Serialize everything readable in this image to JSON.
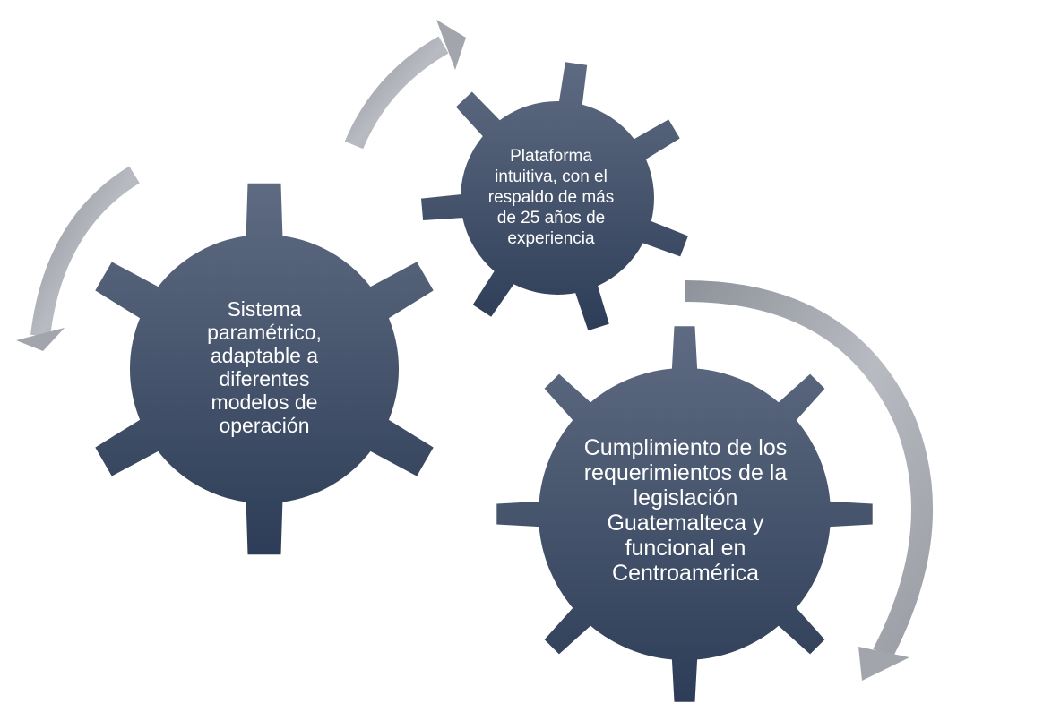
{
  "gears": [
    {
      "id": "left",
      "label": "Sistema\nparamétrico,\nadaptable a\ndiferentes\nmodelos de\noperación"
    },
    {
      "id": "top",
      "label": "Plataforma\nintuitiva, con el\nrespaldo de más\nde 25 años de\nexperiencia"
    },
    {
      "id": "bottom",
      "label": "Cumplimiento de los\nrequerimientos de la\nlegislación\nGuatemalteca y\nfuncional en\nCentroamérica"
    }
  ],
  "colors": {
    "gear_top": "#5e6b82",
    "gear_bottom": "#2e3d57",
    "arrow": "#a7aab1",
    "text": "#ffffff"
  }
}
